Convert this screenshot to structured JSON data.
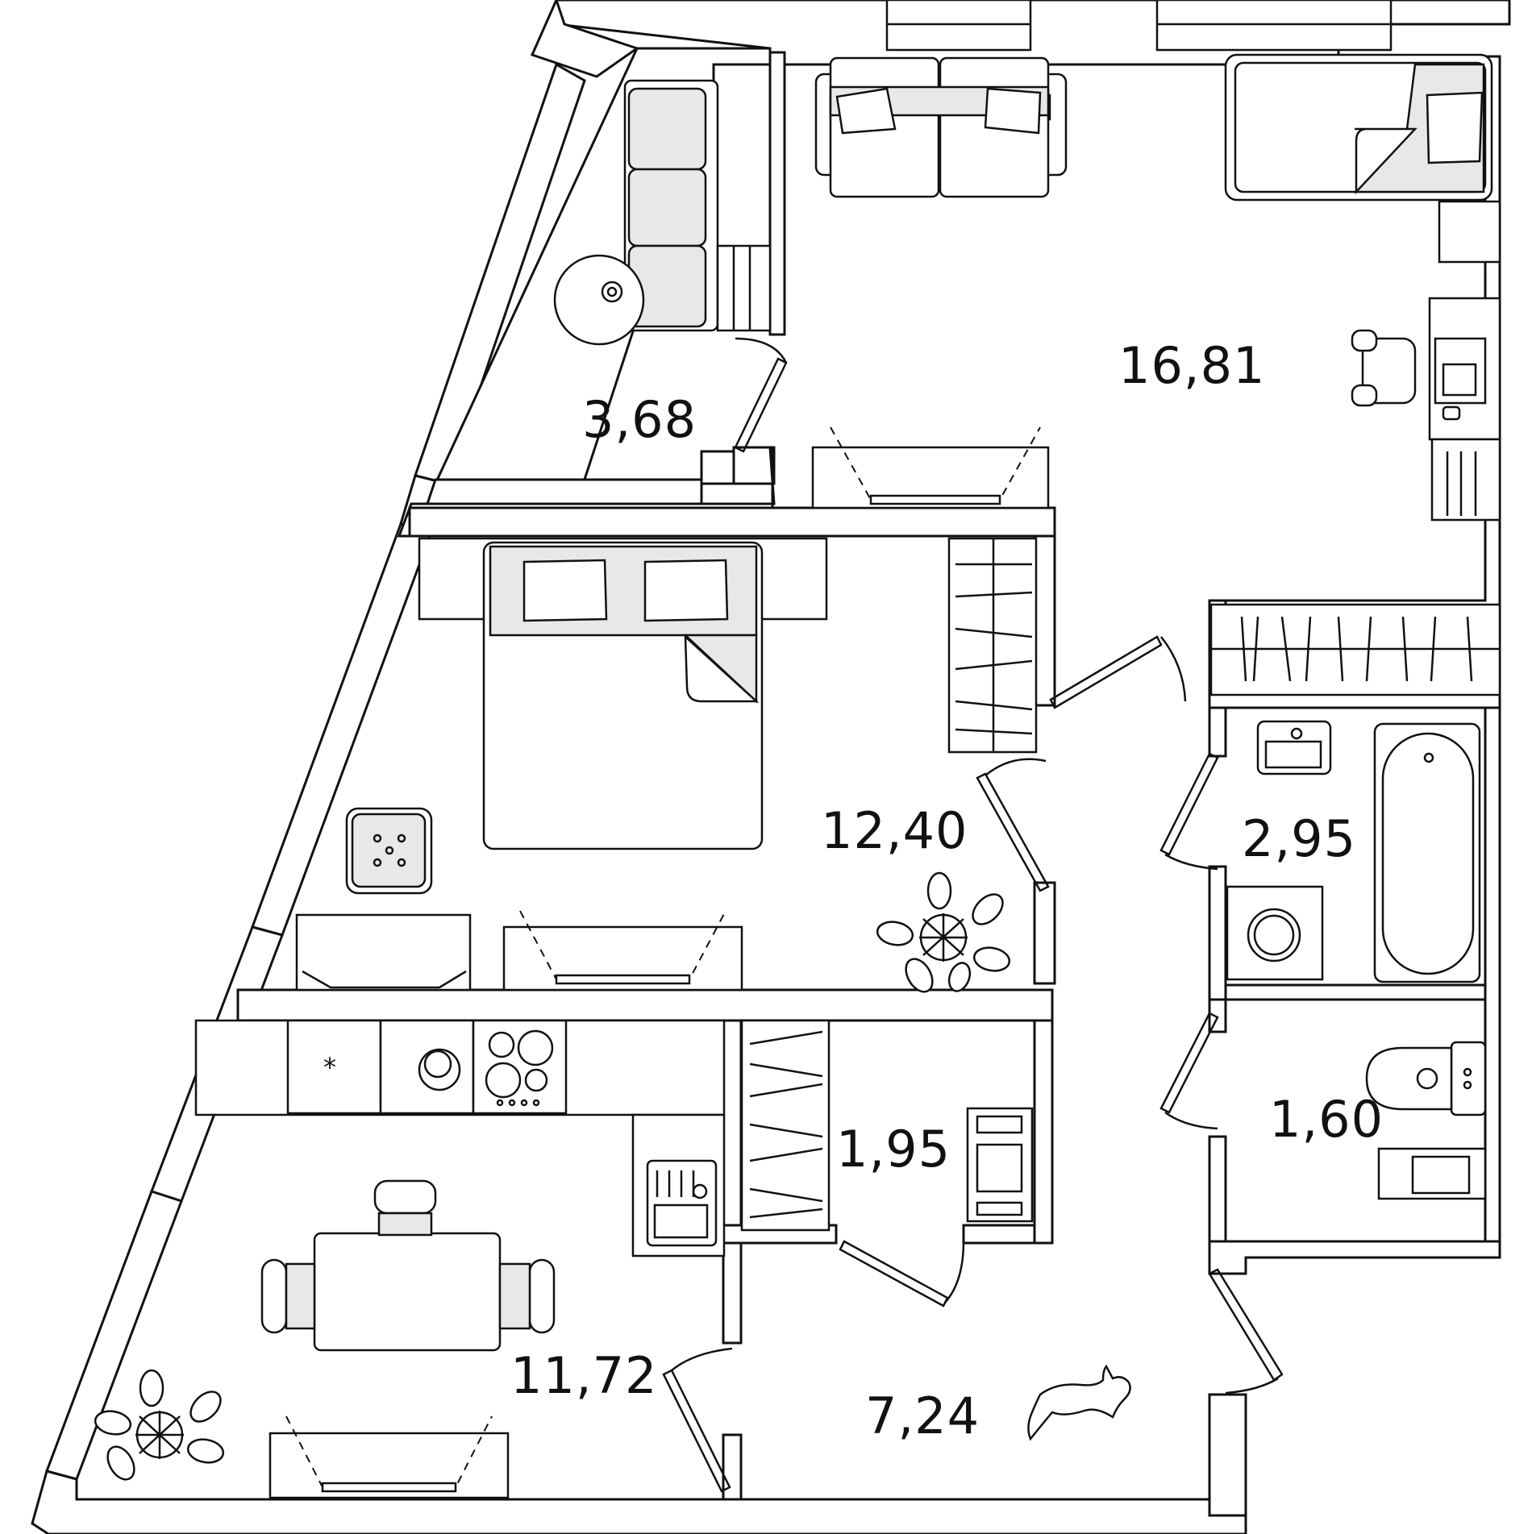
{
  "plan": {
    "rooms": [
      {
        "id": "balcony",
        "area": "3,68"
      },
      {
        "id": "living-room",
        "area": "16,81"
      },
      {
        "id": "bedroom",
        "area": "12,40"
      },
      {
        "id": "bathroom",
        "area": "2,95"
      },
      {
        "id": "toilet",
        "area": "1,60"
      },
      {
        "id": "closet",
        "area": "1,95"
      },
      {
        "id": "kitchen",
        "area": "11,72"
      },
      {
        "id": "hallway",
        "area": "7,24"
      }
    ],
    "colors": {
      "line": "#111111",
      "furniture_fill": "#e8e8e8",
      "background": "#ffffff"
    }
  }
}
